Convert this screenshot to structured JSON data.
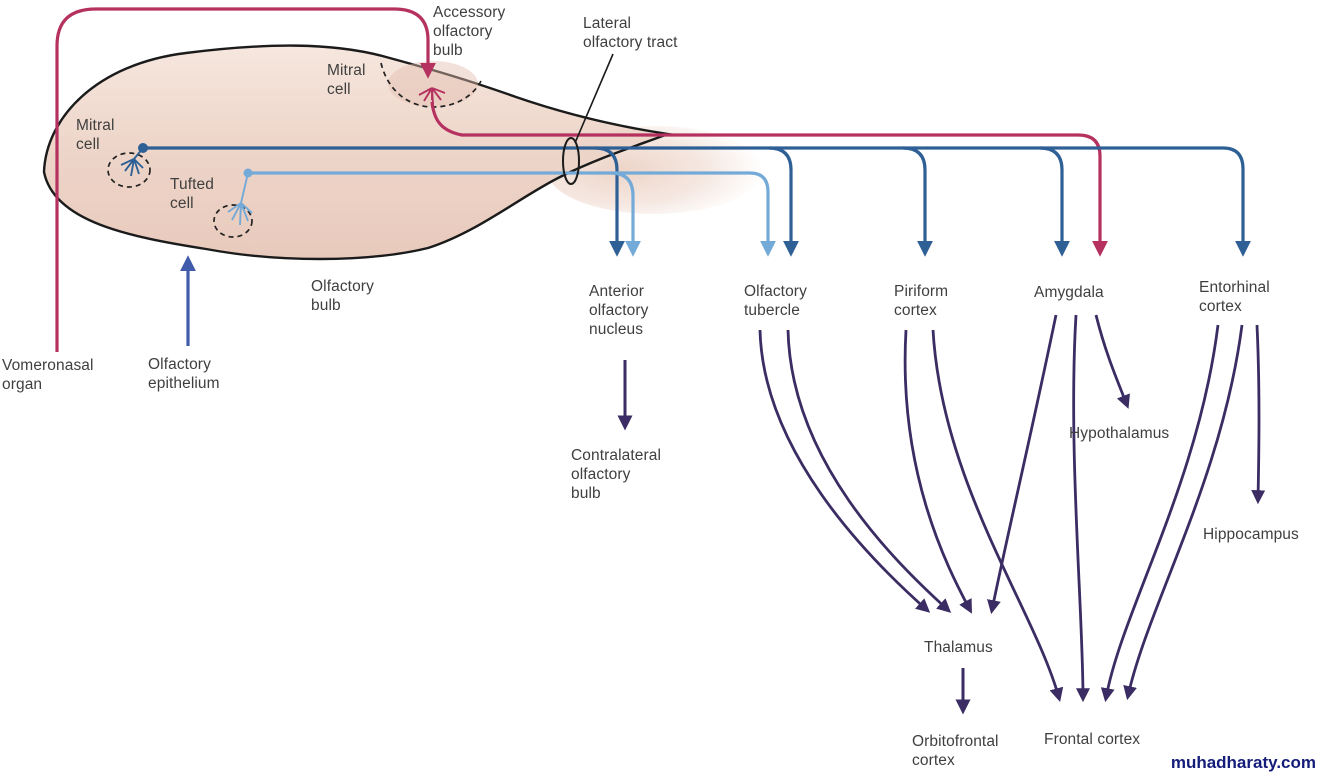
{
  "labels": {
    "accessory_olfactory_bulb": "Accessory\nolfactory\nbulb",
    "lateral_olfactory_tract": "Lateral\nolfactory tract",
    "mitral_cell_top": "Mitral\ncell",
    "mitral_cell_left": "Mitral\ncell",
    "tufted_cell": "Tufted\ncell",
    "olfactory_bulb": "Olfactory\nbulb",
    "vomeronasal_organ": "Vomeronasal\norgan",
    "olfactory_epithelium": "Olfactory\nepithelium",
    "anterior_olfactory_nucleus": "Anterior\nolfactory\nnucleus",
    "olfactory_tubercle": "Olfactory\ntubercle",
    "piriform_cortex": "Piriform\ncortex",
    "amygdala": "Amygdala",
    "entorhinal_cortex": "Entorhinal\ncortex",
    "contralateral_olfactory_bulb": "Contralateral\nolfactory\nbulb",
    "hypothalamus": "Hypothalamus",
    "hippocampus": "Hippocampus",
    "thalamus": "Thalamus",
    "orbitofrontal_cortex": "Orbitofrontal\ncortex",
    "frontal_cortex": "Frontal cortex"
  },
  "watermark": "muhadharaty.com",
  "colors": {
    "crimson": "#b5315f",
    "mitral_blue": "#2e6096",
    "tufted_blue": "#74aad8",
    "projection_purple": "#3b2d63",
    "epithelium_blue": "#3f5ba9",
    "outline_black": "#1b1b1b",
    "bulb_fill": "#eed3c7",
    "label_text": "#3f3f3f",
    "watermark_navy": "#151d7a"
  }
}
